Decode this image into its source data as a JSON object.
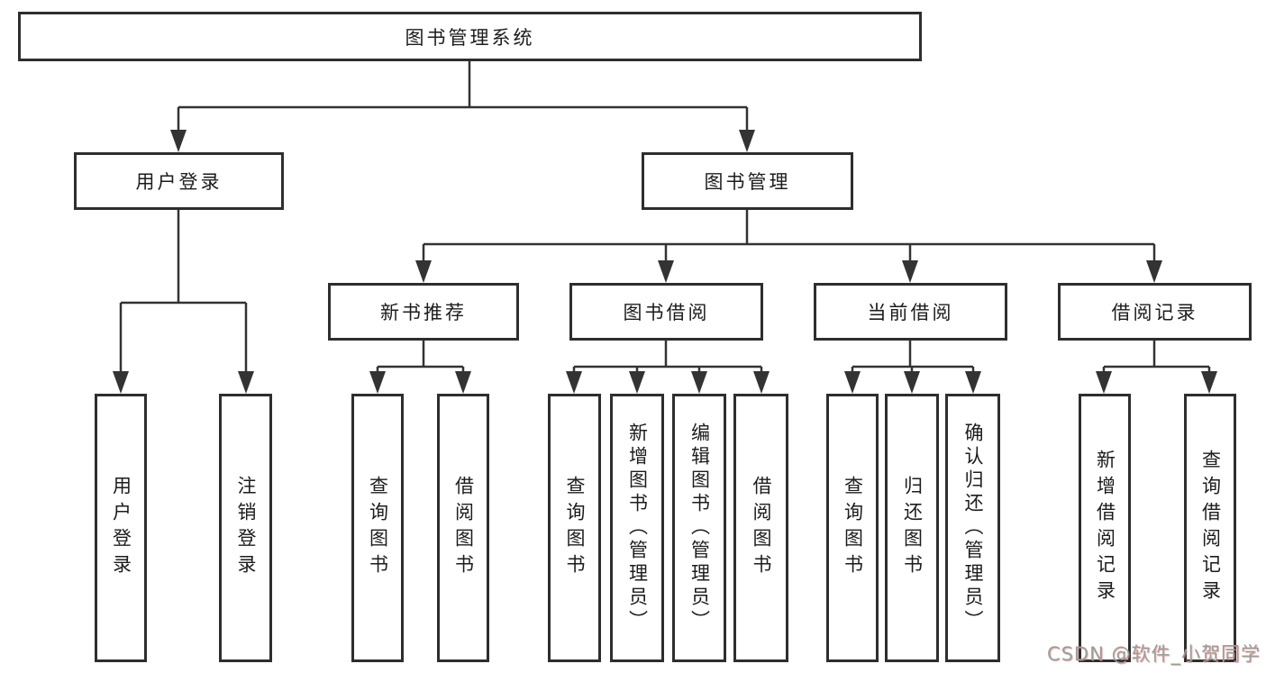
{
  "tree": {
    "label": "图书管理系统",
    "children": [
      {
        "label": "用户登录",
        "children": [
          {
            "label": "用户登录"
          },
          {
            "label": "注销登录"
          }
        ]
      },
      {
        "label": "图书管理",
        "children": [
          {
            "label": "新书推荐",
            "children": [
              {
                "label": "查询图书"
              },
              {
                "label": "借阅图书"
              }
            ]
          },
          {
            "label": "图书借阅",
            "children": [
              {
                "label": "查询图书"
              },
              {
                "label": "新增图书（管理员）"
              },
              {
                "label": "编辑图书（管理员）"
              },
              {
                "label": "借阅图书"
              }
            ]
          },
          {
            "label": "当前借阅",
            "children": [
              {
                "label": "查询图书"
              },
              {
                "label": "归还图书"
              },
              {
                "label": "确认归还（管理员）"
              }
            ]
          },
          {
            "label": "借阅记录",
            "children": [
              {
                "label": "新增借阅记录"
              },
              {
                "label": "查询借阅记录"
              }
            ]
          }
        ]
      }
    ]
  },
  "watermark": {
    "text": "CSDN @软件_小贺同学"
  },
  "colors": {
    "background": "#ffffff",
    "line": "#333333",
    "box_border": "#2e2e2e",
    "text": "#1c1c1c",
    "watermark": "#9c9c9c"
  }
}
